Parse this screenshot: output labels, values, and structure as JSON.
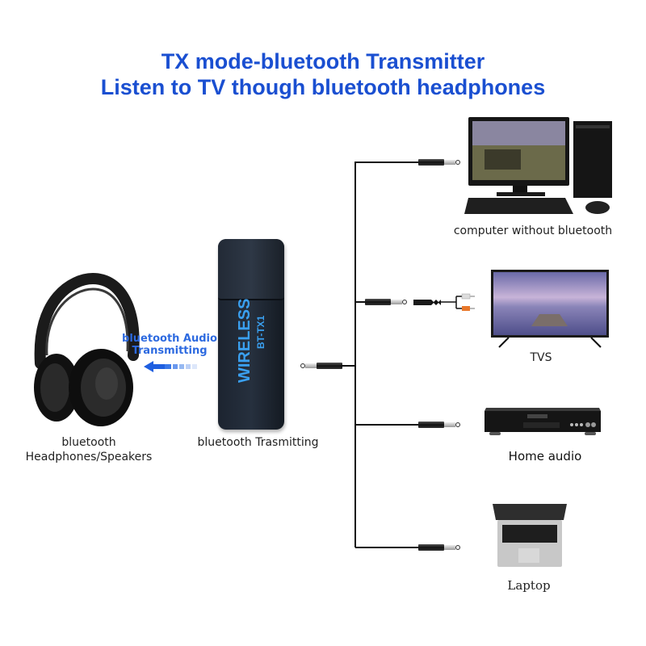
{
  "title": {
    "line1": "TX mode-bluetooth Transmitter",
    "line2": "Listen to TV though bluetooth headphones",
    "color": "#1a4fd1"
  },
  "left": {
    "headphones_label_line1": "bluetooth",
    "headphones_label_line2": "Headphones/Speakers",
    "transmit_text_line1": "bluetooth Audio",
    "transmit_text_line2": "Transmitting",
    "transmit_color": "#2d6ae0",
    "dongle_label": "bluetooth Trasmitting",
    "dongle_brand": "WIRELESS",
    "dongle_model": "BT-TX1"
  },
  "devices": [
    {
      "name": "computer",
      "label": "computer without bluetooth",
      "icon": "desktop-computer-icon"
    },
    {
      "name": "tv",
      "label": "TVS",
      "icon": "tv-icon"
    },
    {
      "name": "home-audio",
      "label": "Home audio",
      "icon": "dvd-player-icon"
    },
    {
      "name": "laptop",
      "label": "Laptop",
      "icon": "laptop-icon"
    }
  ]
}
